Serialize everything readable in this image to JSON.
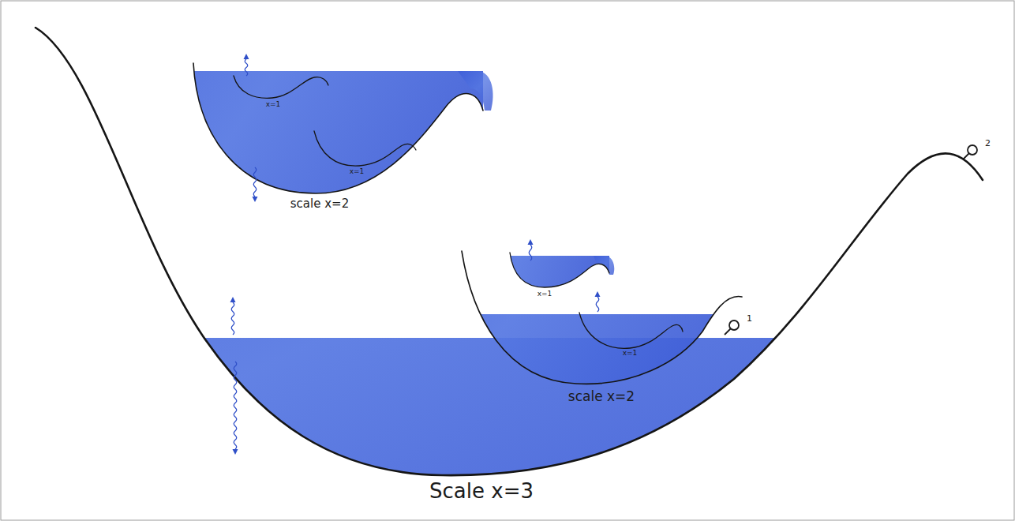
{
  "diagram": {
    "nodes": [
      {
        "text": [
          "Scale x=3"
        ]
      },
      {
        "text": [
          "scale x=2"
        ],
        "in": 0
      },
      {
        "text": [
          "x=1"
        ],
        "in": 1
      },
      {
        "text": [
          "x=1"
        ],
        "in": 1
      },
      {
        "text": [
          "scale x=2"
        ],
        "in": 0
      },
      {
        "text": [
          "x=1"
        ],
        "in": 4
      },
      {
        "text": [
          "x=1"
        ],
        "in": 4
      }
    ],
    "labels": [
      "1",
      "2"
    ]
  }
}
